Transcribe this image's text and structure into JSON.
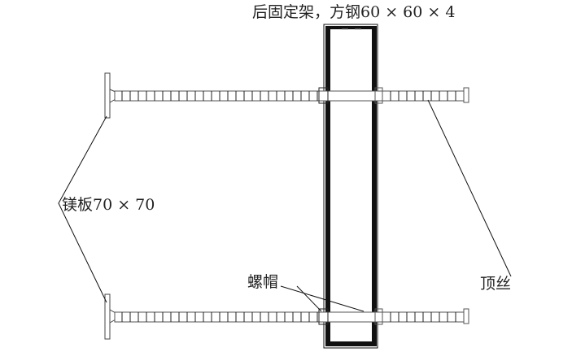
{
  "diagram": {
    "title": "后固定架，方钢60 × 60 × 4",
    "labels": {
      "frame": "后固定架，方钢60 × 60 × 4",
      "plate": "镁板70 × 70",
      "nut": "螺帽",
      "screw": "顶丝"
    },
    "components": [
      {
        "name": "square-steel-tube",
        "spec": "60 × 60 × 4"
      },
      {
        "name": "magnesium-plate",
        "spec": "70 × 70",
        "count": 2
      },
      {
        "name": "jack-screw",
        "count": 2
      },
      {
        "name": "nut",
        "count": 4
      }
    ],
    "colors": {
      "line": "#111111",
      "thread": "#555555",
      "background": "#ffffff"
    }
  }
}
